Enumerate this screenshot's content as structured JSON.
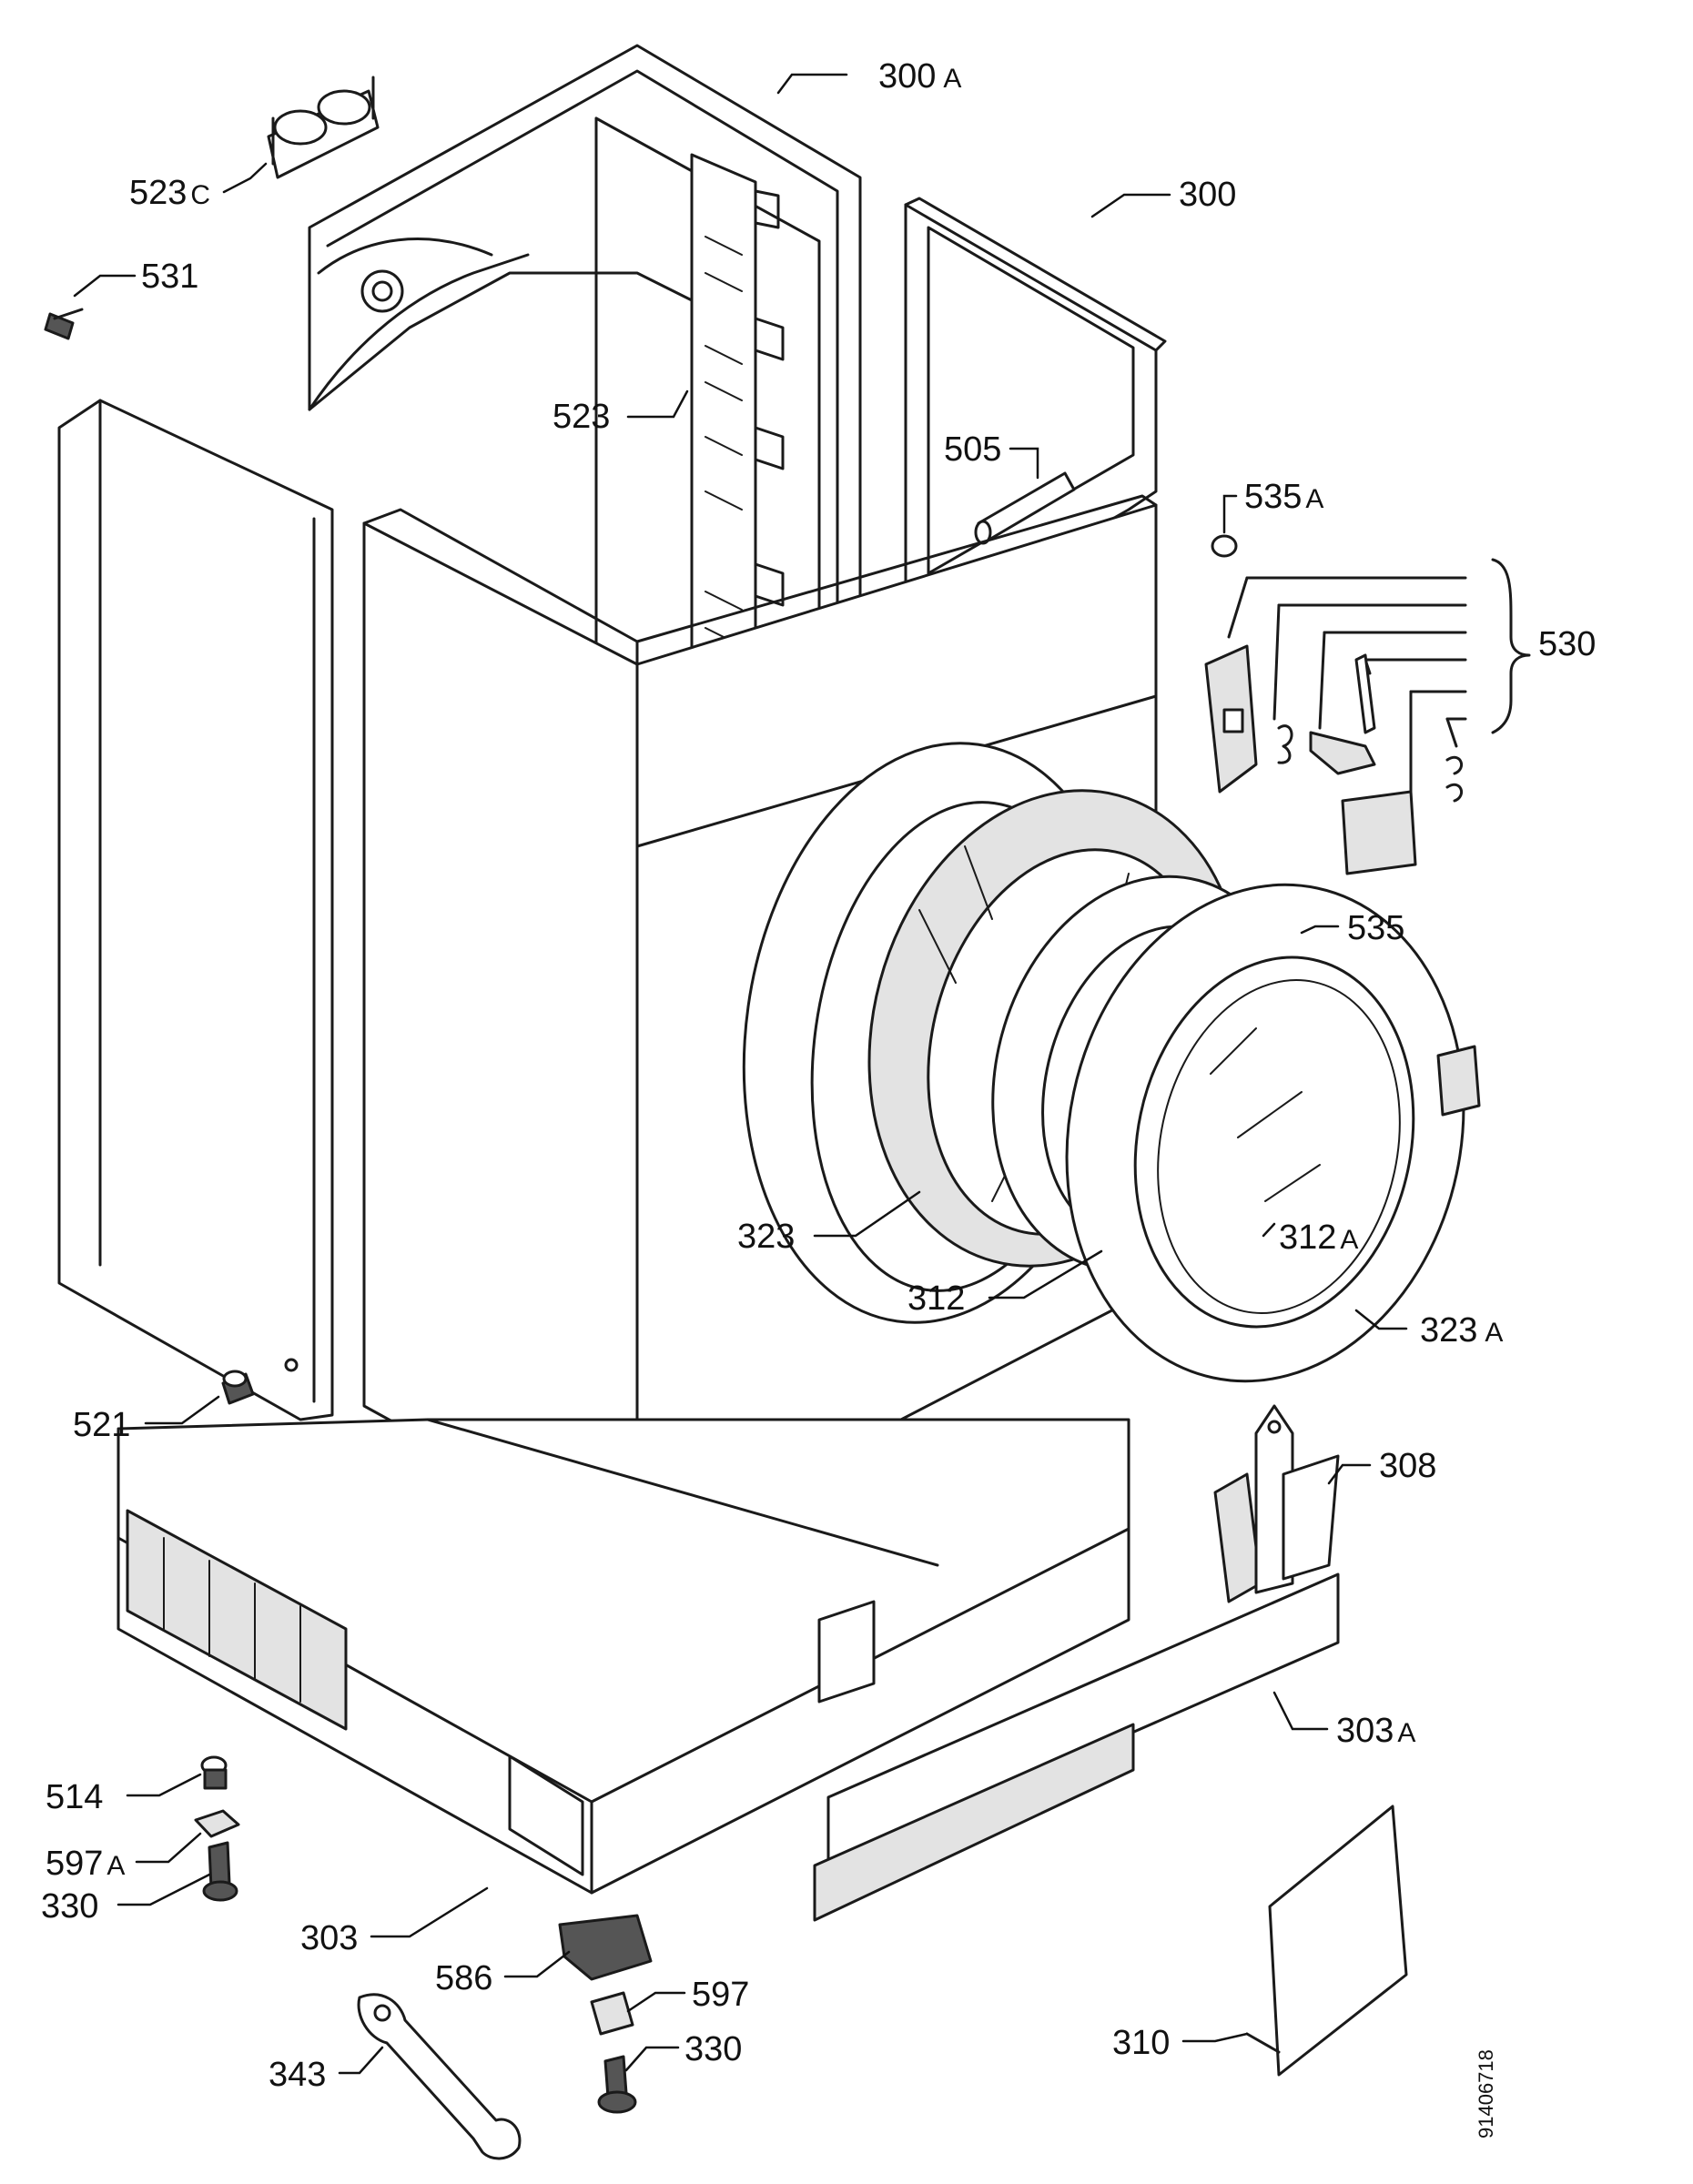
{
  "doc_id": "91406718",
  "callouts": [
    {
      "key": "c300a",
      "number": "300",
      "suffix": "A"
    },
    {
      "key": "c523c",
      "number": "523",
      "suffix": "C"
    },
    {
      "key": "c300",
      "number": "300",
      "suffix": ""
    },
    {
      "key": "c531",
      "number": "531",
      "suffix": ""
    },
    {
      "key": "c523",
      "number": "523",
      "suffix": ""
    },
    {
      "key": "c505",
      "number": "505",
      "suffix": ""
    },
    {
      "key": "c535a",
      "number": "535",
      "suffix": "A"
    },
    {
      "key": "c530",
      "number": "530",
      "suffix": ""
    },
    {
      "key": "c535",
      "number": "535",
      "suffix": ""
    },
    {
      "key": "c323",
      "number": "323",
      "suffix": ""
    },
    {
      "key": "c312a",
      "number": "312",
      "suffix": "A"
    },
    {
      "key": "c312",
      "number": "312",
      "suffix": ""
    },
    {
      "key": "c323a",
      "number": "323",
      "suffix": "A"
    },
    {
      "key": "c521",
      "number": "521",
      "suffix": ""
    },
    {
      "key": "c308",
      "number": "308",
      "suffix": ""
    },
    {
      "key": "c303a",
      "number": "303",
      "suffix": "A"
    },
    {
      "key": "c514",
      "number": "514",
      "suffix": ""
    },
    {
      "key": "c597a",
      "number": "597",
      "suffix": "A"
    },
    {
      "key": "c330a",
      "number": "330",
      "suffix": ""
    },
    {
      "key": "c303",
      "number": "303",
      "suffix": ""
    },
    {
      "key": "c586",
      "number": "586",
      "suffix": ""
    },
    {
      "key": "c597",
      "number": "597",
      "suffix": ""
    },
    {
      "key": "c330b",
      "number": "330",
      "suffix": ""
    },
    {
      "key": "c343",
      "number": "343",
      "suffix": ""
    },
    {
      "key": "c310",
      "number": "310",
      "suffix": ""
    }
  ]
}
